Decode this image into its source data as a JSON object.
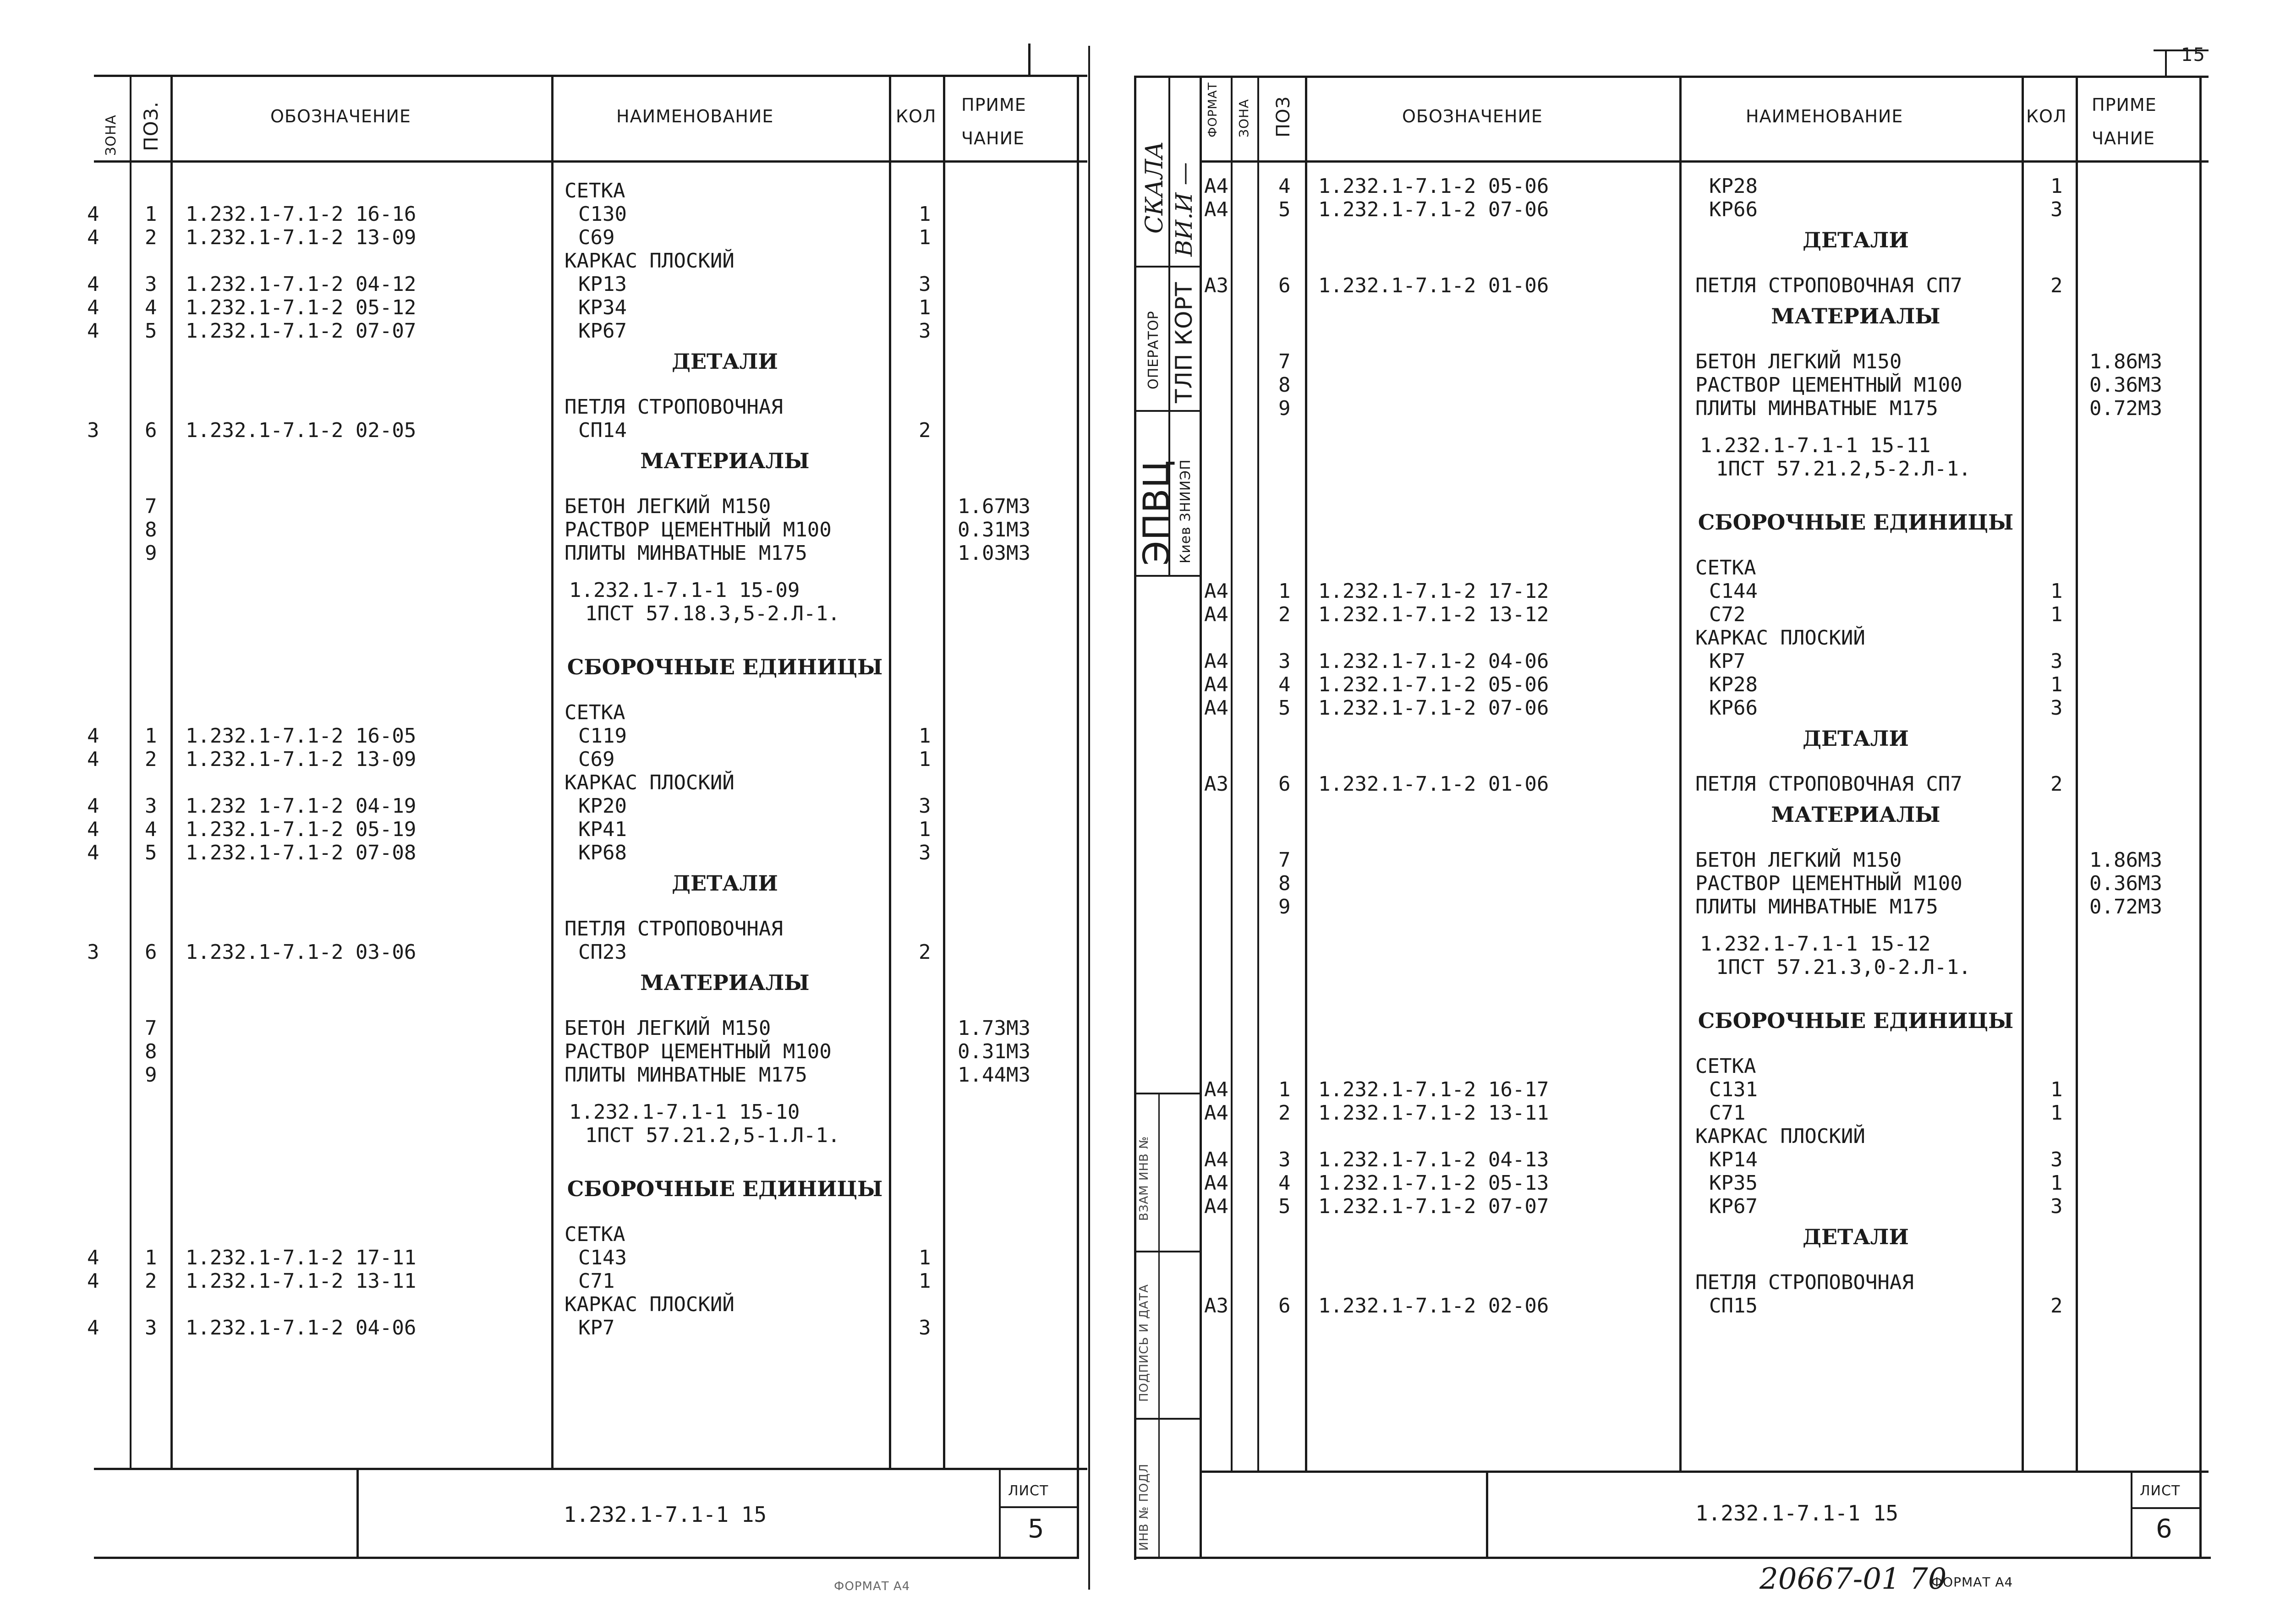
{
  "left_page": {
    "header": {
      "zone": "ЗОНА",
      "pos": "ПОЗ.",
      "designation": "ОБОЗНАЧЕНИЕ",
      "name": "НАИМЕНОВАНИЕ",
      "qty": "КОЛ",
      "note1": "ПРИМЕ",
      "note2": "ЧАНИЕ"
    },
    "rows": [
      {
        "zone": "",
        "pos": "",
        "des": "",
        "name": "СЕТКА",
        "qty": "",
        "note": "",
        "kind": "text"
      },
      {
        "zone": "4",
        "pos": "1",
        "des": "1.232.1-7.1-2 16-16",
        "name": "С130",
        "qty": "1",
        "note": "",
        "kind": "item"
      },
      {
        "zone": "4",
        "pos": "2",
        "des": "1.232.1-7.1-2 13-09",
        "name": "С69",
        "qty": "1",
        "note": "",
        "kind": "item"
      },
      {
        "zone": "",
        "pos": "",
        "des": "",
        "name": "КАРКАС ПЛОСКИЙ",
        "qty": "",
        "note": "",
        "kind": "text"
      },
      {
        "zone": "4",
        "pos": "3",
        "des": "1.232.1-7.1-2 04-12",
        "name": "КР13",
        "qty": "3",
        "note": "",
        "kind": "item"
      },
      {
        "zone": "4",
        "pos": "4",
        "des": "1.232.1-7.1-2 05-12",
        "name": "КР34",
        "qty": "1",
        "note": "",
        "kind": "item"
      },
      {
        "zone": "4",
        "pos": "5",
        "des": "1.232.1-7.1-2 07-07",
        "name": "КР67",
        "qty": "3",
        "note": "",
        "kind": "item"
      },
      {
        "name": "ДЕТАЛИ",
        "kind": "section"
      },
      {
        "zone": "",
        "pos": "",
        "des": "",
        "name": "ПЕТЛЯ СТРОПОВОЧНАЯ",
        "qty": "",
        "note": "",
        "kind": "text"
      },
      {
        "zone": "3",
        "pos": "6",
        "des": "1.232.1-7.1-2 02-05",
        "name": "СП14",
        "qty": "2",
        "note": "",
        "kind": "item"
      },
      {
        "name": "МАТЕРИАЛЫ",
        "kind": "section"
      },
      {
        "zone": "",
        "pos": "7",
        "des": "",
        "name": "БЕТОН ЛЕГКИЙ М150",
        "qty": "",
        "note": "1.67М3",
        "kind": "item"
      },
      {
        "zone": "",
        "pos": "8",
        "des": "",
        "name": "РАСТВОР ЦЕМЕНТНЫЙ М100",
        "qty": "",
        "note": "0.31М3",
        "kind": "item"
      },
      {
        "zone": "",
        "pos": "9",
        "des": "",
        "name": "ПЛИТЫ МИНВАТНЫЕ М175",
        "qty": "",
        "note": "1.03М3",
        "kind": "item"
      },
      {
        "name": "1.232.1-7.1-1 15-09",
        "kind": "ref"
      },
      {
        "name": "1ПСТ 57.18.3,5-2.Л-1.",
        "kind": "ref2"
      },
      {
        "name": "СБОРОЧНЫЕ ЕДИНИЦЫ",
        "kind": "section"
      },
      {
        "zone": "",
        "pos": "",
        "des": "",
        "name": "СЕТКА",
        "qty": "",
        "note": "",
        "kind": "text"
      },
      {
        "zone": "4",
        "pos": "1",
        "des": "1.232.1-7.1-2 16-05",
        "name": "С119",
        "qty": "1",
        "note": "",
        "kind": "item"
      },
      {
        "zone": "4",
        "pos": "2",
        "des": "1.232.1-7.1-2 13-09",
        "name": "С69",
        "qty": "1",
        "note": "",
        "kind": "item"
      },
      {
        "zone": "",
        "pos": "",
        "des": "",
        "name": "КАРКАС ПЛОСКИЙ",
        "qty": "",
        "note": "",
        "kind": "text"
      },
      {
        "zone": "4",
        "pos": "3",
        "des": "1.232 1-7.1-2 04-19",
        "name": "КР20",
        "qty": "3",
        "note": "",
        "kind": "item"
      },
      {
        "zone": "4",
        "pos": "4",
        "des": "1.232.1-7.1-2 05-19",
        "name": "КР41",
        "qty": "1",
        "note": "",
        "kind": "item"
      },
      {
        "zone": "4",
        "pos": "5",
        "des": "1.232.1-7.1-2 07-08",
        "name": "КР68",
        "qty": "3",
        "note": "",
        "kind": "item"
      },
      {
        "name": "ДЕТАЛИ",
        "kind": "section"
      },
      {
        "zone": "",
        "pos": "",
        "des": "",
        "name": "ПЕТЛЯ СТРОПОВОЧНАЯ",
        "qty": "",
        "note": "",
        "kind": "text"
      },
      {
        "zone": "3",
        "pos": "6",
        "des": "1.232.1-7.1-2 03-06",
        "name": "СП23",
        "qty": "2",
        "note": "",
        "kind": "item"
      },
      {
        "name": "МАТЕРИАЛЫ",
        "kind": "section"
      },
      {
        "zone": "",
        "pos": "7",
        "des": "",
        "name": "БЕТОН ЛЕГКИЙ М150",
        "qty": "",
        "note": "1.73М3",
        "kind": "item"
      },
      {
        "zone": "",
        "pos": "8",
        "des": "",
        "name": "РАСТВОР ЦЕМЕНТНЫЙ М100",
        "qty": "",
        "note": "0.31М3",
        "kind": "item"
      },
      {
        "zone": "",
        "pos": "9",
        "des": "",
        "name": "ПЛИТЫ МИНВАТНЫЕ М175",
        "qty": "",
        "note": "1.44М3",
        "kind": "item"
      },
      {
        "name": "1.232.1-7.1-1 15-10",
        "kind": "ref"
      },
      {
        "name": "1ПСТ 57.21.2,5-1.Л-1.",
        "kind": "ref2"
      },
      {
        "name": "СБОРОЧНЫЕ ЕДИНИЦЫ",
        "kind": "section"
      },
      {
        "zone": "",
        "pos": "",
        "des": "",
        "name": "СЕТКА",
        "qty": "",
        "note": "",
        "kind": "text"
      },
      {
        "zone": "4",
        "pos": "1",
        "des": "1.232.1-7.1-2 17-11",
        "name": "С143",
        "qty": "1",
        "note": "",
        "kind": "item"
      },
      {
        "zone": "4",
        "pos": "2",
        "des": "1.232.1-7.1-2 13-11",
        "name": "С71",
        "qty": "1",
        "note": "",
        "kind": "item"
      },
      {
        "zone": "",
        "pos": "",
        "des": "",
        "name": "КАРКАС ПЛОСКИЙ",
        "qty": "",
        "note": "",
        "kind": "text"
      },
      {
        "zone": "4",
        "pos": "3",
        "des": "1.232.1-7.1-2 04-06",
        "name": "КР7",
        "qty": "3",
        "note": "",
        "kind": "item"
      }
    ],
    "footer": {
      "doc": "1.232.1-7.1-1 15",
      "sheet_label": "ЛИСТ",
      "sheet_no": "5"
    },
    "bottom_note": "ФОРМАТ А4"
  },
  "right_page": {
    "header": {
      "format": "ФОРМАТ",
      "zone": "ЗОНА",
      "pos": "ПОЗ",
      "designation": "ОБОЗНАЧЕНИЕ",
      "name": "НАИМЕНОВАНИЕ",
      "qty": "КОЛ",
      "note1": "ПРИМЕ",
      "note2": "ЧАНИЕ"
    },
    "rows": [
      {
        "fmt": "А4",
        "pos": "4",
        "des": "1.232.1-7.1-2 05-06",
        "name": "КР28",
        "qty": "1",
        "note": "",
        "kind": "item"
      },
      {
        "fmt": "А4",
        "pos": "5",
        "des": "1.232.1-7.1-2 07-06",
        "name": "КР66",
        "qty": "3",
        "note": "",
        "kind": "item"
      },
      {
        "name": "ДЕТАЛИ",
        "kind": "section"
      },
      {
        "fmt": "А3",
        "pos": "6",
        "des": "1.232.1-7.1-2 01-06",
        "name": "ПЕТЛЯ СТРОПОВОЧНАЯ СП7",
        "qty": "2",
        "note": "",
        "kind": "item"
      },
      {
        "name": "МАТЕРИАЛЫ",
        "kind": "section"
      },
      {
        "fmt": "",
        "pos": "7",
        "des": "",
        "name": "БЕТОН ЛЕГКИЙ М150",
        "qty": "",
        "note": "1.86М3",
        "kind": "item"
      },
      {
        "fmt": "",
        "pos": "8",
        "des": "",
        "name": "РАСТВОР ЦЕМЕНТНЫЙ М100",
        "qty": "",
        "note": "0.36М3",
        "kind": "item"
      },
      {
        "fmt": "",
        "pos": "9",
        "des": "",
        "name": "ПЛИТЫ МИНВАТНЫЕ М175",
        "qty": "",
        "note": "0.72М3",
        "kind": "item"
      },
      {
        "name": "1.232.1-7.1-1 15-11",
        "kind": "ref"
      },
      {
        "name": "1ПСТ 57.21.2,5-2.Л-1.",
        "kind": "ref2"
      },
      {
        "name": "СБОРОЧНЫЕ ЕДИНИЦЫ",
        "kind": "section"
      },
      {
        "fmt": "",
        "pos": "",
        "des": "",
        "name": "СЕТКА",
        "qty": "",
        "note": "",
        "kind": "text"
      },
      {
        "fmt": "А4",
        "pos": "1",
        "des": "1.232.1-7.1-2 17-12",
        "name": "С144",
        "qty": "1",
        "note": "",
        "kind": "item"
      },
      {
        "fmt": "А4",
        "pos": "2",
        "des": "1.232.1-7.1-2 13-12",
        "name": "С72",
        "qty": "1",
        "note": "",
        "kind": "item"
      },
      {
        "fmt": "",
        "pos": "",
        "des": "",
        "name": "КАРКАС ПЛОСКИЙ",
        "qty": "",
        "note": "",
        "kind": "text"
      },
      {
        "fmt": "А4",
        "pos": "3",
        "des": "1.232.1-7.1-2 04-06",
        "name": "КР7",
        "qty": "3",
        "note": "",
        "kind": "item"
      },
      {
        "fmt": "А4",
        "pos": "4",
        "des": "1.232.1-7.1-2 05-06",
        "name": "КР28",
        "qty": "1",
        "note": "",
        "kind": "item"
      },
      {
        "fmt": "А4",
        "pos": "5",
        "des": "1.232.1-7.1-2 07-06",
        "name": "КР66",
        "qty": "3",
        "note": "",
        "kind": "item"
      },
      {
        "name": "ДЕТАЛИ",
        "kind": "section"
      },
      {
        "fmt": "А3",
        "pos": "6",
        "des": "1.232.1-7.1-2 01-06",
        "name": "ПЕТЛЯ СТРОПОВОЧНАЯ СП7",
        "qty": "2",
        "note": "",
        "kind": "item"
      },
      {
        "name": "МАТЕРИАЛЫ",
        "kind": "section"
      },
      {
        "fmt": "",
        "pos": "7",
        "des": "",
        "name": "БЕТОН ЛЕГКИЙ М150",
        "qty": "",
        "note": "1.86М3",
        "kind": "item"
      },
      {
        "fmt": "",
        "pos": "8",
        "des": "",
        "name": "РАСТВОР ЦЕМЕНТНЫЙ М100",
        "qty": "",
        "note": "0.36М3",
        "kind": "item"
      },
      {
        "fmt": "",
        "pos": "9",
        "des": "",
        "name": "ПЛИТЫ МИНВАТНЫЕ М175",
        "qty": "",
        "note": "0.72М3",
        "kind": "item"
      },
      {
        "name": "1.232.1-7.1-1 15-12",
        "kind": "ref"
      },
      {
        "name": "1ПСТ 57.21.3,0-2.Л-1.",
        "kind": "ref2"
      },
      {
        "name": "СБОРОЧНЫЕ ЕДИНИЦЫ",
        "kind": "section"
      },
      {
        "fmt": "",
        "pos": "",
        "des": "",
        "name": "СЕТКА",
        "qty": "",
        "note": "",
        "kind": "text"
      },
      {
        "fmt": "А4",
        "pos": "1",
        "des": "1.232.1-7.1-2 16-17",
        "name": "С131",
        "qty": "1",
        "note": "",
        "kind": "item"
      },
      {
        "fmt": "А4",
        "pos": "2",
        "des": "1.232.1-7.1-2 13-11",
        "name": "С71",
        "qty": "1",
        "note": "",
        "kind": "item"
      },
      {
        "fmt": "",
        "pos": "",
        "des": "",
        "name": "КАРКАС ПЛОСКИЙ",
        "qty": "",
        "note": "",
        "kind": "text"
      },
      {
        "fmt": "А4",
        "pos": "3",
        "des": "1.232.1-7.1-2 04-13",
        "name": "КР14",
        "qty": "3",
        "note": "",
        "kind": "item"
      },
      {
        "fmt": "А4",
        "pos": "4",
        "des": "1.232.1-7.1-2 05-13",
        "name": "КР35",
        "qty": "1",
        "note": "",
        "kind": "item"
      },
      {
        "fmt": "А4",
        "pos": "5",
        "des": "1.232.1-7.1-2 07-07",
        "name": "КР67",
        "qty": "3",
        "note": "",
        "kind": "item"
      },
      {
        "name": "ДЕТАЛИ",
        "kind": "section"
      },
      {
        "fmt": "",
        "pos": "",
        "des": "",
        "name": "ПЕТЛЯ СТРОПОВОЧНАЯ",
        "qty": "",
        "note": "",
        "kind": "text"
      },
      {
        "fmt": "А3",
        "pos": "6",
        "des": "1.232.1-7.1-2 02-06",
        "name": "СП15",
        "qty": "2",
        "note": "",
        "kind": "item"
      }
    ],
    "footer": {
      "doc": "1.232.1-7.1-1 15",
      "sheet_label": "ЛИСТ",
      "sheet_no": "6"
    },
    "side_stamp": {
      "org": "ЭПВЦ",
      "city": "Киев ЗНИИЭП",
      "operator": "ОПЕРАТОР",
      "operator_org": "ТЛП КОРТ",
      "skala": "СКАЛА"
    },
    "side_labels": {
      "vzam": "ВЗАМ ИНВ №",
      "podpis": "ПОДПИСЬ И ДАТА",
      "inv": "ИНВ № ПОДЛ"
    },
    "bottom_code": "20667-01 70",
    "bottom_format": "ФОРМАТ А4",
    "corner_mark": "15"
  }
}
